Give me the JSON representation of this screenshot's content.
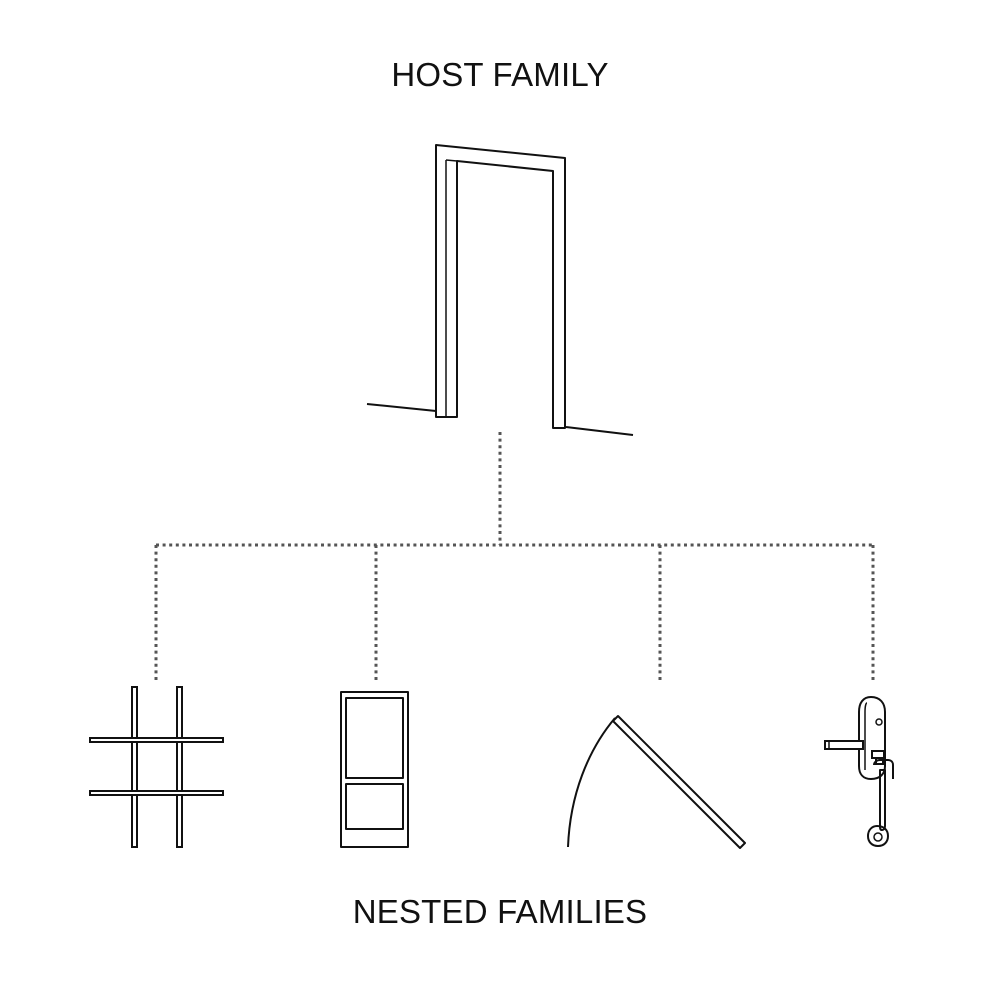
{
  "diagram": {
    "host_label": "HOST FAMILY",
    "nested_label": "NESTED FAMILIES",
    "line_color": "#111111",
    "connector_color": "#555555",
    "nodes": [
      {
        "name": "door-frame",
        "icon": "door-frame-icon",
        "role": "host"
      },
      {
        "name": "muntin-grid",
        "icon": "muntin-grid-icon",
        "role": "nested"
      },
      {
        "name": "door-panel",
        "icon": "door-panel-icon",
        "role": "nested"
      },
      {
        "name": "door-swing",
        "icon": "door-swing-icon",
        "role": "nested"
      },
      {
        "name": "door-handle",
        "icon": "door-handle-icon",
        "role": "nested"
      }
    ]
  }
}
